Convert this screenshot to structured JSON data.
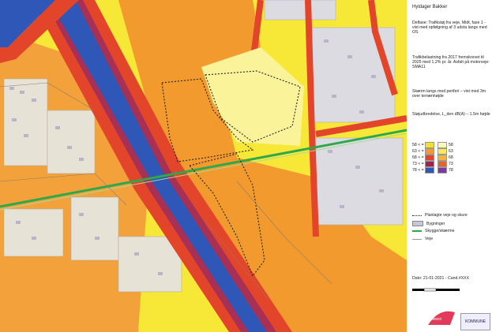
{
  "legend": {
    "title": "Hyldager Bakker",
    "desc1": "Delfase: Trafikstøj fra veje, Midt, fase 1 - vist med opfølgning af 3 udsta langs med OS",
    "desc2": "Trafikbelastning fra 2017 fremskrevet til 2025 med 1,2% pr. år. Asfalt på motorveje: SMA11",
    "desc3": "Skærm langs med periferi – vist med 3m over terrænhøjde",
    "noise_title": "Støjudbredelse, L_den dB(A) – 1.5m højde",
    "scale_left": [
      {
        "label": "58 < =",
        "color": "#f4e02c"
      },
      {
        "label": "63 < =",
        "color": "#f29a2e"
      },
      {
        "label": "68 < =",
        "color": "#e2452a"
      },
      {
        "label": "73 < =",
        "color": "#a02050"
      },
      {
        "label": "78 < =",
        "color": "#2e57b8"
      }
    ],
    "scale_right": [
      {
        "label": "58",
        "color": "#fbf8b9"
      },
      {
        "label": "63",
        "color": "#f8ea58"
      },
      {
        "label": "68",
        "color": "#f3b43b"
      },
      {
        "label": "73",
        "color": "#e8632c"
      },
      {
        "label": "78",
        "color": "#7b3a9e"
      }
    ],
    "key": [
      {
        "label": "Planlagte veje og skure",
        "type": "dotted"
      },
      {
        "label": "Bygninger",
        "type": "building"
      },
      {
        "label": "Skygge/skærme",
        "type": "green"
      },
      {
        "label": "Veje",
        "type": "road"
      }
    ],
    "date": "Dato: 21-01-2021 - Cand.#XXX",
    "logo_left": "sweco",
    "logo_right": "KOMMUNE"
  },
  "colors": {
    "very_loud": "#2e57b8",
    "loud": "#e2452a",
    "medium": "#f29a2e",
    "light": "#f4e02c",
    "quiet": "#fbf8b9",
    "motorway_green": "#2fa84a",
    "residential_grey": "#ddd"
  }
}
